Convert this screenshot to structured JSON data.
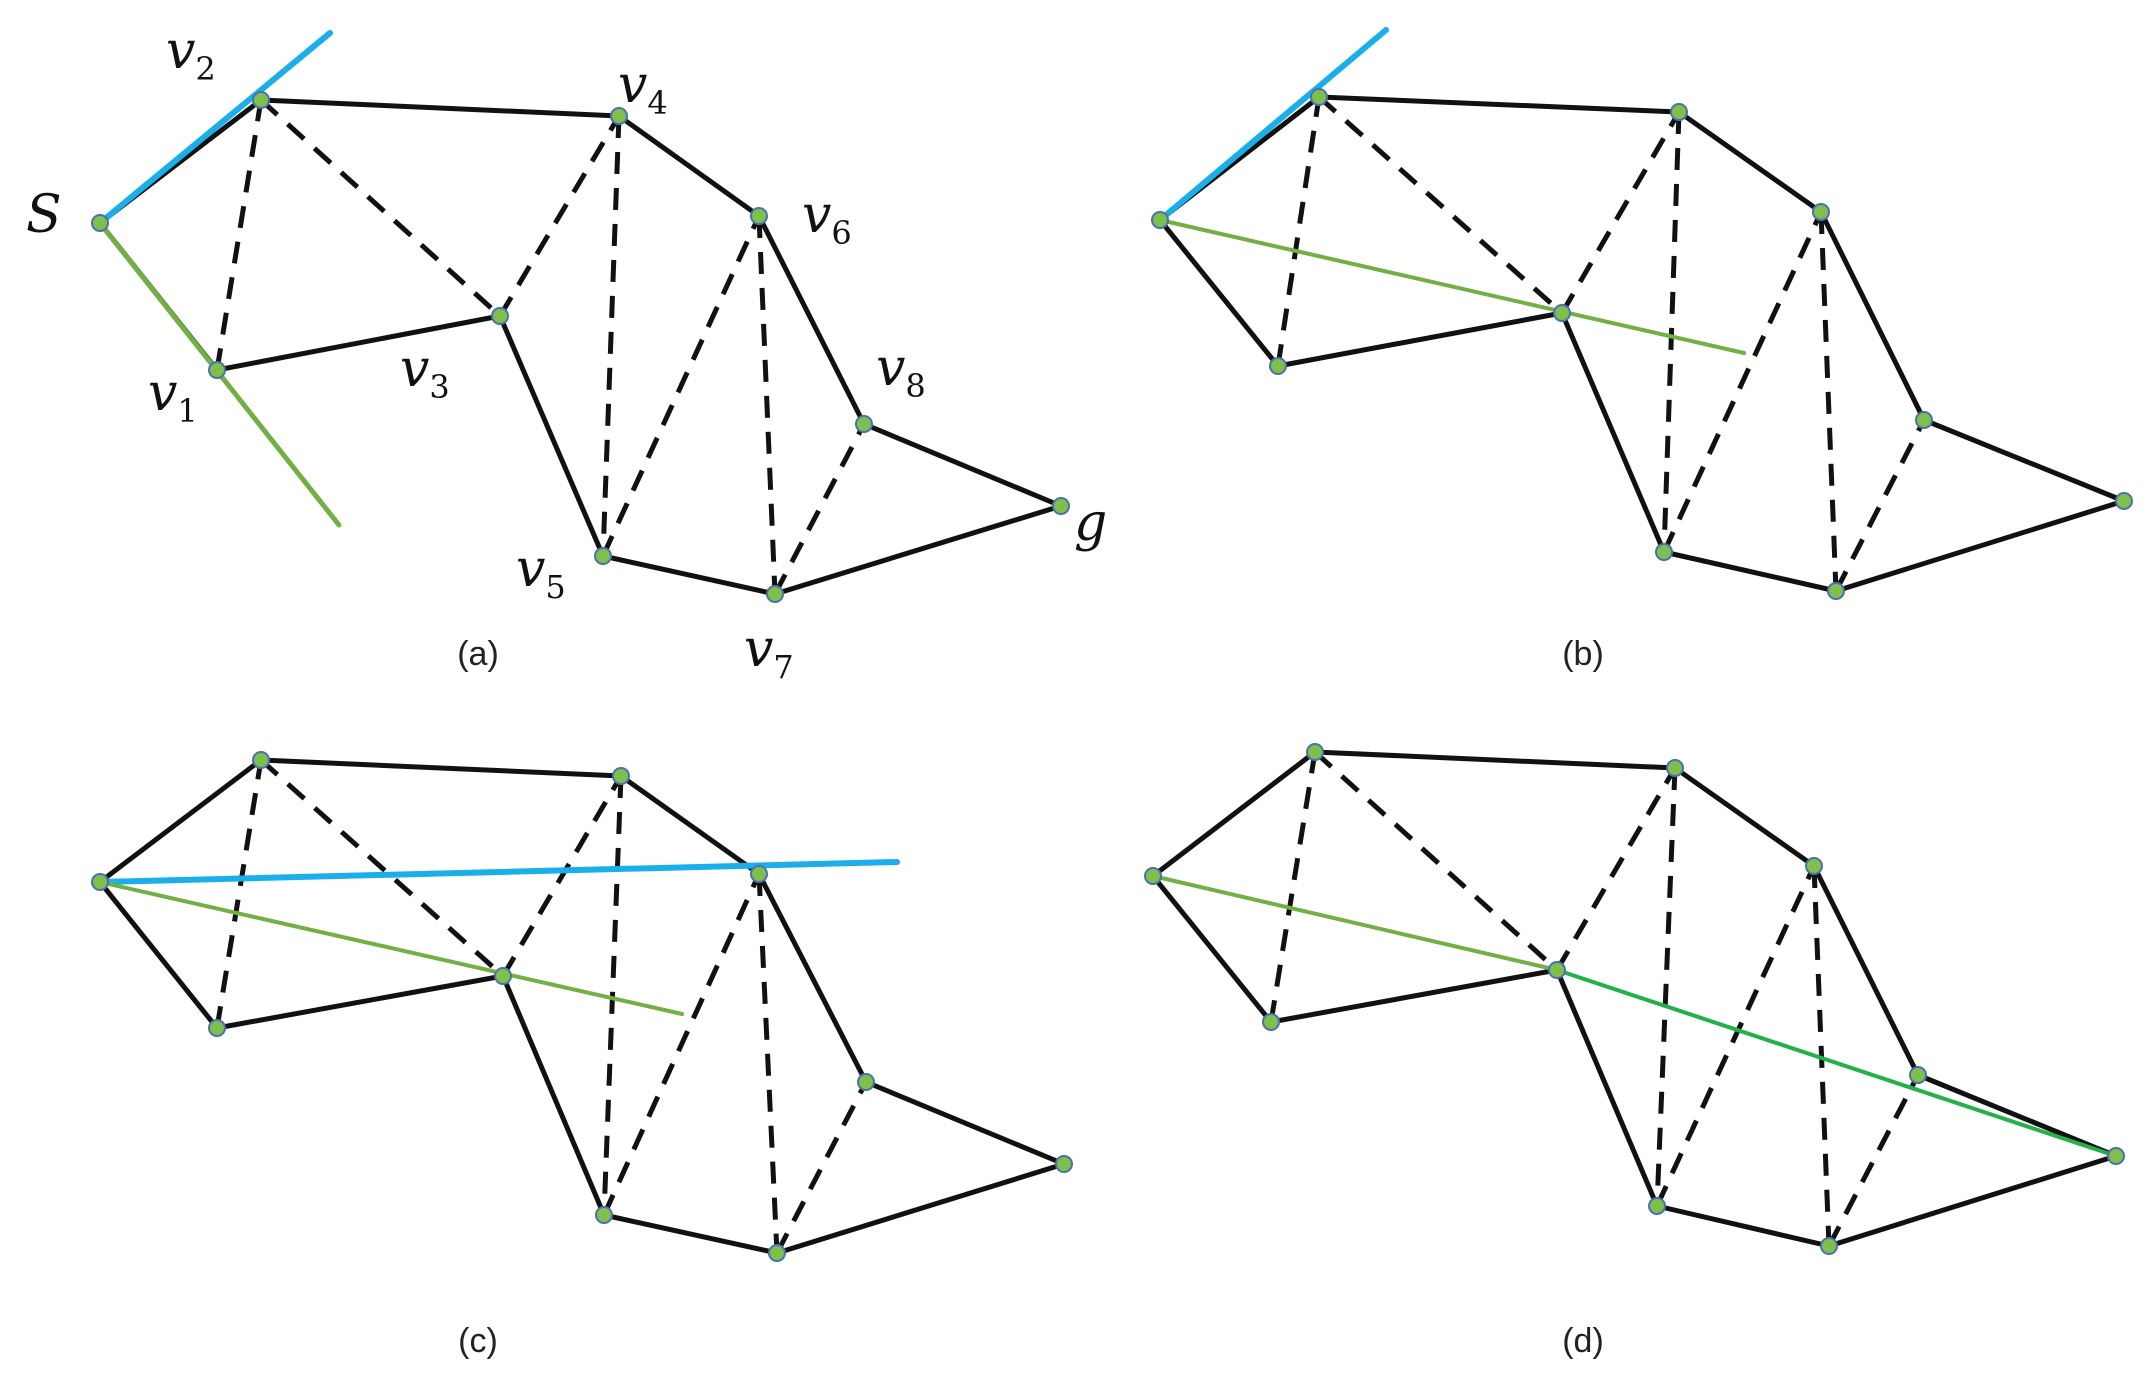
{
  "colors": {
    "edge": "#111111",
    "vertex_fill": "#7ec04a",
    "vertex_stroke": "#4a6fb5",
    "funnel_left": "#1aaeea",
    "funnel_right": "#72b045",
    "path": "#22b14c"
  },
  "vertex_labels": [
    {
      "id": "s",
      "text": "S",
      "sub": ""
    },
    {
      "id": "v1",
      "text": "v",
      "sub": "1"
    },
    {
      "id": "v2",
      "text": "v",
      "sub": "2"
    },
    {
      "id": "v3",
      "text": "v",
      "sub": "3"
    },
    {
      "id": "v4",
      "text": "v",
      "sub": "4"
    },
    {
      "id": "v5",
      "text": "v",
      "sub": "5"
    },
    {
      "id": "v6",
      "text": "v",
      "sub": "6"
    },
    {
      "id": "v7",
      "text": "v",
      "sub": "7"
    },
    {
      "id": "v8",
      "text": "v",
      "sub": "8"
    },
    {
      "id": "g",
      "text": "g",
      "sub": ""
    }
  ],
  "edges": {
    "solid": [
      [
        "s",
        "v2"
      ],
      [
        "s",
        "v1"
      ],
      [
        "v2",
        "v4"
      ],
      [
        "v1",
        "v3"
      ],
      [
        "v4",
        "v6"
      ],
      [
        "v3",
        "v5"
      ],
      [
        "v6",
        "v8"
      ],
      [
        "v5",
        "v7"
      ],
      [
        "v8",
        "g"
      ],
      [
        "v7",
        "g"
      ]
    ],
    "dashed": [
      [
        "v1",
        "v2"
      ],
      [
        "v2",
        "v3"
      ],
      [
        "v3",
        "v4"
      ],
      [
        "v4",
        "v5"
      ],
      [
        "v5",
        "v6"
      ],
      [
        "v6",
        "v7"
      ],
      [
        "v7",
        "v8"
      ]
    ]
  },
  "panels": [
    {
      "id": "a",
      "caption": "(a)",
      "labels": true
    },
    {
      "id": "b",
      "caption": "(b)",
      "labels": false
    },
    {
      "id": "c",
      "caption": "(c)",
      "labels": false
    },
    {
      "id": "d",
      "caption": "(d)",
      "labels": false
    }
  ]
}
